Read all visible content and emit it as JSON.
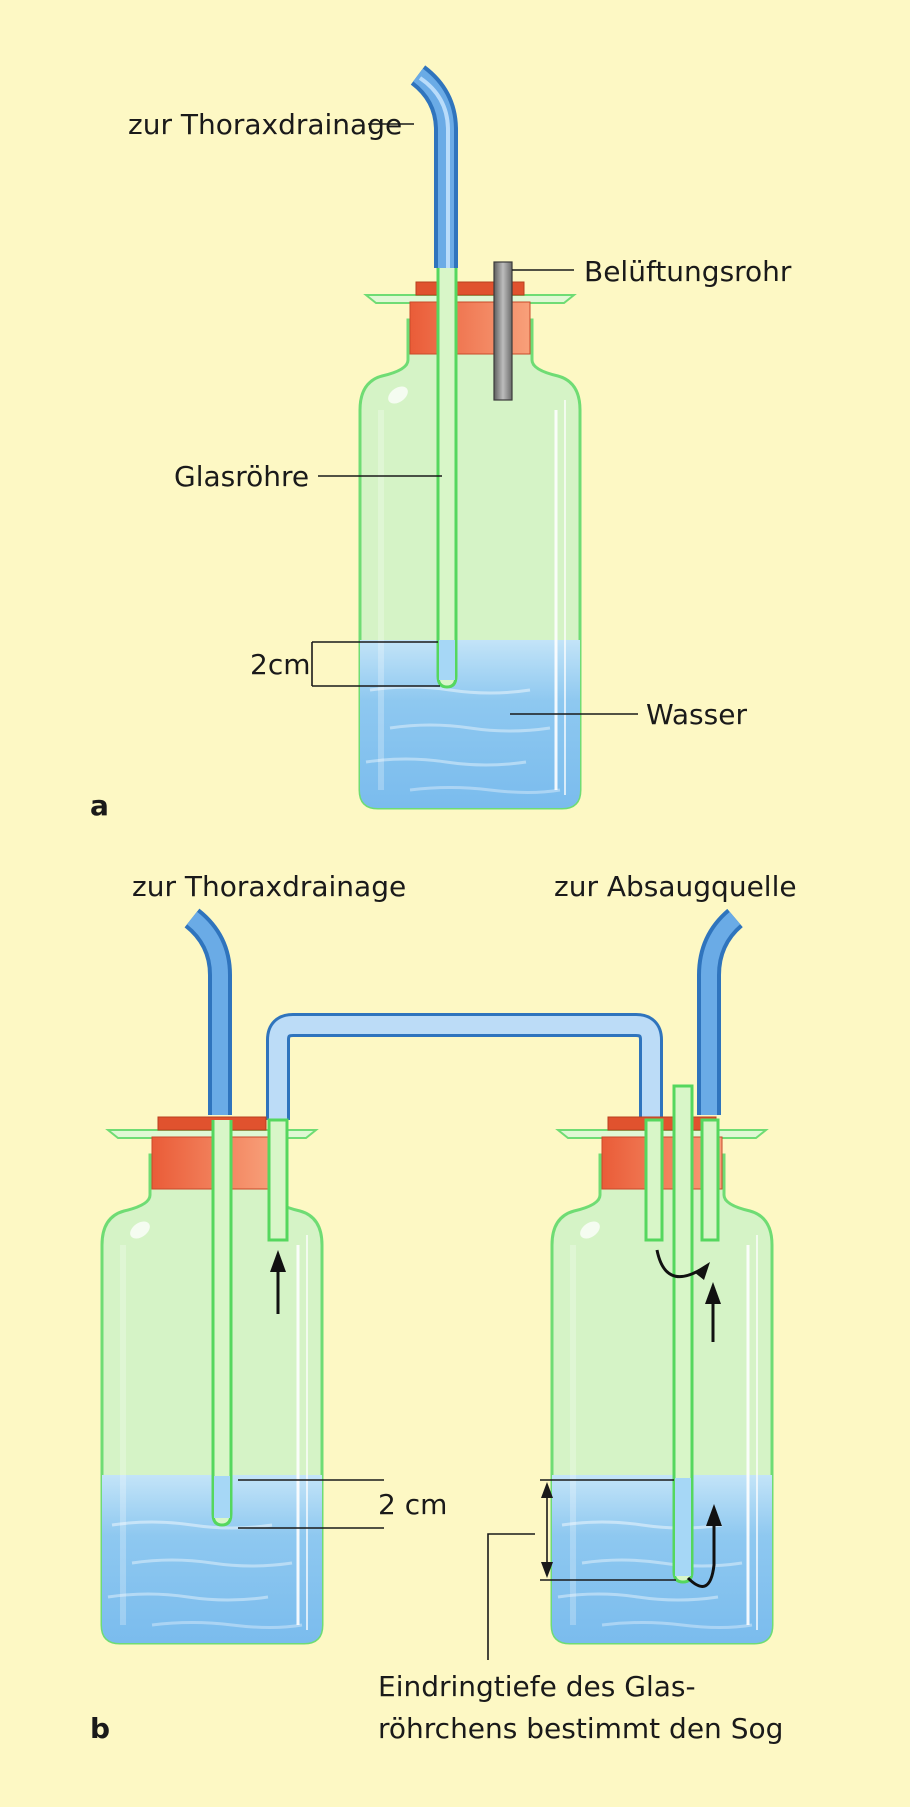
{
  "panel_a": {
    "letter": "a",
    "label_drainage": "zur Thoraxdrainage",
    "label_vent": "Belüftungsrohr",
    "label_tube": "Glasröhre",
    "label_depth": "2cm",
    "label_water": "Wasser"
  },
  "panel_b": {
    "letter": "b",
    "label_drainage": "zur Thoraxdrainage",
    "label_suction": "zur Absaugquelle",
    "label_depth": "2 cm",
    "caption_line1": "Eindringtiefe des Glas-",
    "caption_line2": "röhrchens bestimmt den Sog"
  },
  "colors": {
    "background": "#fdf8c4",
    "bottle_fill": "#d4f3c4",
    "bottle_outline": "#6fdc74",
    "water_light": "#b6def7",
    "water": "#86c3ef",
    "stopper": "#ef7550",
    "stopper_top": "#e0522e",
    "blue_tube": "#4f97dc",
    "vent_tube": "#808080"
  }
}
